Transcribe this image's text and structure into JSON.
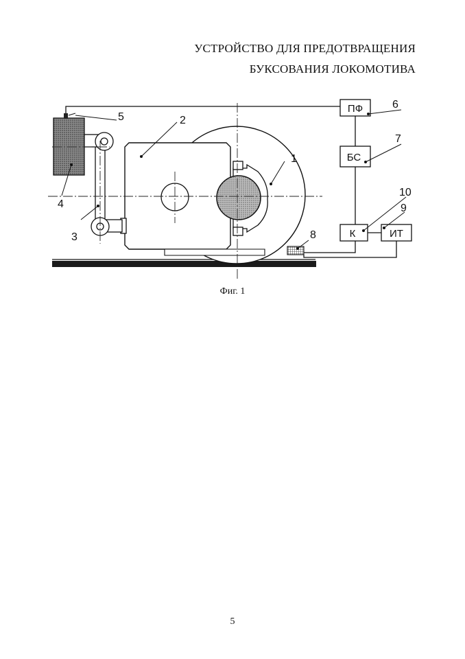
{
  "header": {
    "line1": "УСТРОЙСТВО ДЛЯ ПРЕДОТВРАЩЕНИЯ",
    "line2": "БУКСОВАНИЯ ЛОКОМОТИВА"
  },
  "figure": {
    "caption": "Фиг. 1",
    "part_numbers": {
      "p1": "1",
      "p2": "2",
      "p3": "3",
      "p4": "4",
      "p5": "5",
      "p6": "6",
      "p7": "7",
      "p8": "8",
      "p9": "9",
      "p10": "10"
    },
    "blocks": {
      "pf": "ПФ",
      "bs": "БС",
      "k": "К",
      "it": "ИТ"
    }
  },
  "page_number": "5"
}
